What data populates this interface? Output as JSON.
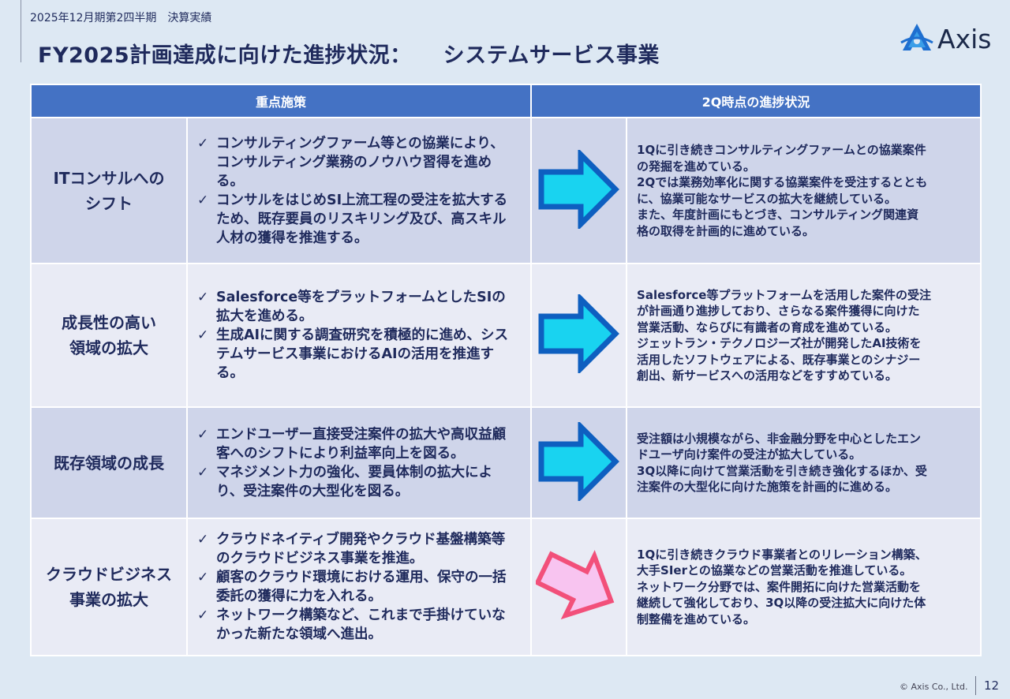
{
  "header": {
    "subtitle": "2025年12月期第2四半期　決算実績",
    "title_main": "FY2025計画達成に向けた進捗状況：",
    "title_segment": "システムサービス事業"
  },
  "logo": {
    "text": "Axis",
    "icon": "axis-logo-icon",
    "colors": [
      "#1e6fd0",
      "#3a9ee8"
    ]
  },
  "table": {
    "headers": [
      "重点施策",
      "2Q時点の進捗状況"
    ],
    "rows": [
      {
        "category_lines": [
          "ITコンサルへの",
          "シフト"
        ],
        "measures": [
          "コンサルティングファーム等との協業により、コンサルティング業務のノウハウ習得を進める。",
          "コンサルをはじめSI上流工程の受注を拡大するため、既存要員のリスキリング及び、高スキル人材の獲得を推進する。"
        ],
        "arrow": "right-arrow-icon",
        "status_lines": [
          "1Qに引き続きコンサルティングファームとの協業案件",
          "の発掘を進めている。",
          "2Qでは業務効率化に関する協業案件を受注するととも",
          "に、協業可能なサービスの拡大を継続している。",
          "また、年度計画にもとづき、コンサルティング関連資",
          "格の取得を計画的に進めている。"
        ]
      },
      {
        "category_lines": [
          "成長性の高い",
          "領域の拡大"
        ],
        "measures": [
          "Salesforce等をプラットフォームとしたSIの拡大を進める。",
          "生成AIに関する調査研究を積極的に進め、システムサービス事業におけるAIの活用を推進する。"
        ],
        "arrow": "right-arrow-icon",
        "status_lines": [
          "Salesforce等プラットフォームを活用した案件の受注",
          "が計画通り進捗しており、さらなる案件獲得に向けた",
          "営業活動、ならびに有識者の育成を進めている。",
          "ジェットラン・テクノロジーズ社が開発したAI技術を",
          "活用したソフトウェアによる、既存事業とのシナジー",
          "創出、新サービスへの活用などをすすめている。"
        ]
      },
      {
        "category_lines": [
          "既存領域の成長"
        ],
        "measures": [
          "エンドユーザー直接受注案件の拡大や高収益顧客へのシフトにより利益率向上を図る。",
          "マネジメント力の強化、要員体制の拡大により、受注案件の大型化を図る。"
        ],
        "arrow": "right-arrow-icon",
        "status_lines": [
          "受注額は小規模ながら、非金融分野を中心としたエン",
          "ドユーザ向け案件の受注が拡大している。",
          "3Q以降に向けて営業活動を引き続き強化するほか、受",
          "注案件の大型化に向けた施策を計画的に進める。"
        ]
      },
      {
        "category_lines": [
          "クラウドビジネス",
          "事業の拡大"
        ],
        "measures": [
          "クラウドネイティブ開発やクラウド基盤構築等のクラウドビジネス事業を推進。",
          "顧客のクラウド環境における運用、保守の一括委託の獲得に力を入れる。",
          "ネットワーク構築など、これまで手掛けていなかった新たな領域へ進出。"
        ],
        "arrow": "down-right-arrow-icon",
        "status_lines": [
          "1Qに引き続きクラウド事業者とのリレーション構築、",
          "大手SIerとの協業などの営業活動を推進している。",
          "ネットワーク分野では、案件開拓に向けた営業活動を",
          "継続して強化しており、3Q以降の受注拡大に向けた体",
          "制整備を進めている。"
        ]
      }
    ]
  },
  "footer": {
    "copyright": "© Axis Co., Ltd.",
    "page": "12"
  },
  "colors": {
    "header_bg": "#4472c4",
    "row_dark": "#cfd5ea",
    "row_light": "#e9ebf5",
    "arrow_blue_fill": "#19d3f0",
    "arrow_blue_stroke": "#0e5fc0",
    "arrow_pink_fill": "#f8c4f0",
    "arrow_pink_stroke": "#f2507a"
  }
}
